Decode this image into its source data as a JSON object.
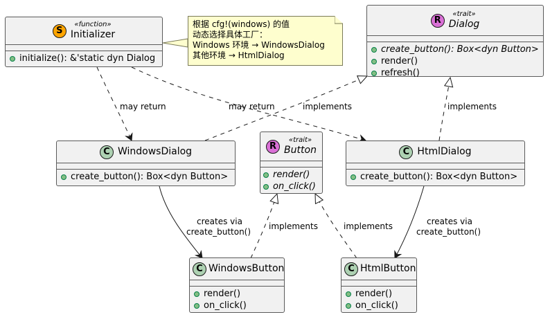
{
  "diagram": {
    "type": "uml-class-diagram",
    "nodes": {
      "initializer": {
        "badge": "S",
        "badge_color": "#ffa500",
        "stereotype": "«function»",
        "name": "Initializer",
        "members": [
          {
            "text": "initialize(): &'static dyn Dialog",
            "italic": false
          }
        ]
      },
      "dialog": {
        "badge": "R",
        "badge_color": "#da70d6",
        "stereotype": "«trait»",
        "name": "Dialog",
        "name_italic": true,
        "members": [
          {
            "text": "create_button(): Box<dyn Button>",
            "italic": true
          },
          {
            "text": "render()",
            "italic": false
          },
          {
            "text": "refresh()",
            "italic": false
          }
        ]
      },
      "windows_dialog": {
        "badge": "C",
        "badge_color": "#add1b2",
        "name": "WindowsDialog",
        "members": [
          {
            "text": "create_button(): Box<dyn Button>",
            "italic": false
          }
        ]
      },
      "button": {
        "badge": "R",
        "badge_color": "#da70d6",
        "stereotype": "«trait»",
        "name": "Button",
        "name_italic": true,
        "members": [
          {
            "text": "render()",
            "italic": true
          },
          {
            "text": "on_click()",
            "italic": true
          }
        ]
      },
      "html_dialog": {
        "badge": "C",
        "badge_color": "#add1b2",
        "name": "HtmlDialog",
        "members": [
          {
            "text": "create_button(): Box<dyn Button>",
            "italic": false
          }
        ]
      },
      "windows_button": {
        "badge": "C",
        "badge_color": "#add1b2",
        "name": "WindowsButton",
        "members": [
          {
            "text": "render()",
            "italic": false
          },
          {
            "text": "on_click()",
            "italic": false
          }
        ]
      },
      "html_button": {
        "badge": "C",
        "badge_color": "#add1b2",
        "name": "HtmlButton",
        "members": [
          {
            "text": "render()",
            "italic": false
          },
          {
            "text": "on_click()",
            "italic": false
          }
        ]
      }
    },
    "note": {
      "lines": [
        "根据 cfg!(windows) 的值",
        "动态选择具体工厂：",
        "Windows 环境 → WindowsDialog",
        "其他环境 → HtmlDialog"
      ]
    },
    "edges": [
      {
        "from": "initializer",
        "to": "windows_dialog",
        "kind": "dependency",
        "label": "may return"
      },
      {
        "from": "initializer",
        "to": "html_dialog",
        "kind": "dependency",
        "label": "may return"
      },
      {
        "from": "windows_dialog",
        "to": "dialog",
        "kind": "realization",
        "label": "implements"
      },
      {
        "from": "html_dialog",
        "to": "dialog",
        "kind": "realization",
        "label": "implements"
      },
      {
        "from": "windows_dialog",
        "to": "windows_button",
        "kind": "association",
        "label_lines": [
          "creates via",
          "create_button()"
        ]
      },
      {
        "from": "html_dialog",
        "to": "html_button",
        "kind": "association",
        "label_lines": [
          "creates via",
          "create_button()"
        ]
      },
      {
        "from": "windows_button",
        "to": "button",
        "kind": "realization",
        "label": "implements"
      },
      {
        "from": "html_button",
        "to": "button",
        "kind": "realization",
        "label": "implements"
      }
    ]
  }
}
